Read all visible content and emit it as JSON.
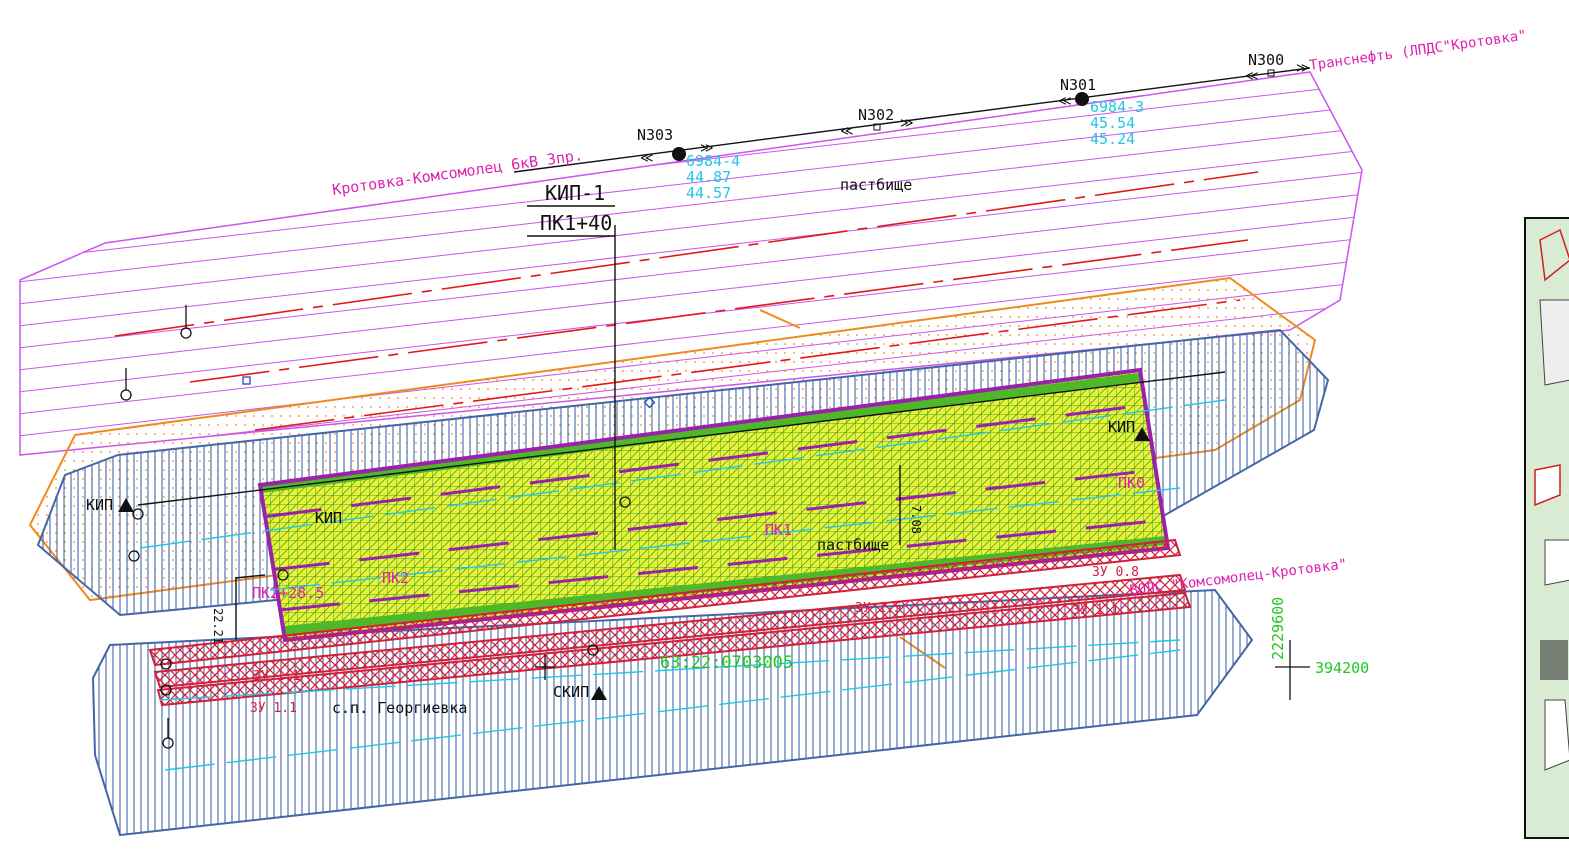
{
  "colors": {
    "pink_zone": "#cc55ee",
    "orange_zone": "#f08a1c",
    "blue_zone": "#4466a8",
    "red_hatch": "#d0203a",
    "green_hatch": "#4fb828",
    "yellow_fill": "#e9f23a",
    "purple_boundary": "#9a22aa",
    "cyan_text": "#22c6e6",
    "magenta_text": "#e020b0",
    "green_text": "#22c622",
    "red_line": "#e21818"
  },
  "labels": {
    "pl_name": "Кротовка-Комсомолец 6кВ 3пр.",
    "transneft": "Транснефть (ЛПДС\"Кротовка\"",
    "n300": "N300",
    "n301": "N301",
    "n302": "N302",
    "n303": "N303",
    "n303_code": "6984-4",
    "n303_v1": "44.87",
    "n303_v2": "44.57",
    "n301_code": "6984-3",
    "n301_v1": "45.54",
    "n301_v2": "45.24",
    "kip1": "КИП-1",
    "pk140": "ПК1+40",
    "pasture1": "пастбище",
    "pasture2": "пастбище",
    "kip_right": "КИП",
    "kip_left": "КИП",
    "kip_mid": "КИП",
    "pk0": "ПК0",
    "pk1": "ПК1",
    "pk2": "ПК2",
    "pk2285": "ПК2+28.5",
    "dim_708": "7.08",
    "dim_2221": "22.21",
    "cadastral": "63:22:0703005",
    "coord_y": "2229600",
    "coord_x": "394200",
    "georgievka": "с.п. Георгиевка",
    "skip": "СКИП",
    "vols": "ВОЛС \"Комсомолец-Кротовка\"",
    "zu_a": "ЗУ 0.8",
    "zu_b": "ЗУ 1.1",
    "zu_c": "ЗУ 1.5",
    "zu_d": "ЗУ 1.1",
    "zu_e": "ЗУ 1.1"
  }
}
